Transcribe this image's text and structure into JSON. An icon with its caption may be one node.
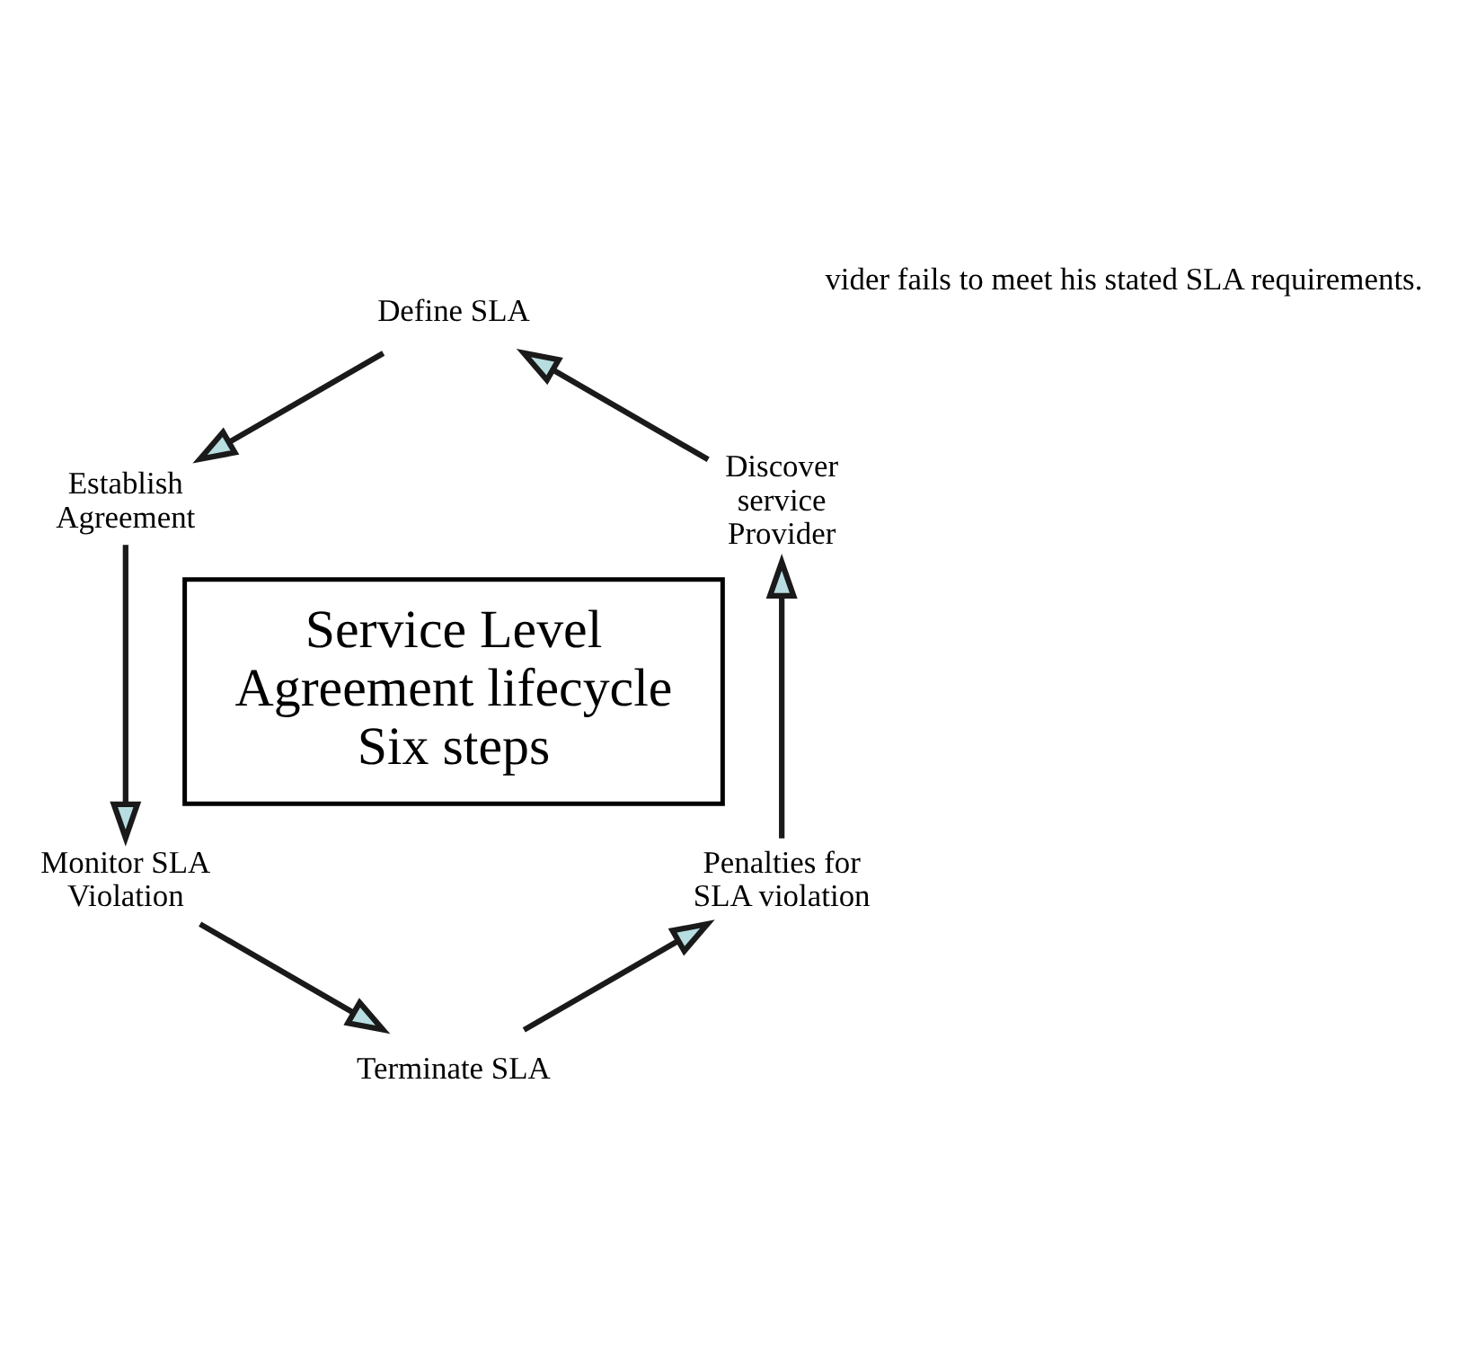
{
  "diagram": {
    "nodes": [
      {
        "text": [
          "Discover service Provider"
        ]
      },
      {
        "text": [
          "Define SLA"
        ]
      },
      {
        "text": [
          "Establish Agreement"
        ]
      },
      {
        "text": [
          "Monitor SLA Violation"
        ]
      },
      {
        "text": [
          "Terminate SLA"
        ]
      },
      {
        "text": [
          "Penalties for SLA violation"
        ]
      },
      {
        "text": [
          "Service Level Agreement lifecycle Six steps"
        ]
      }
    ],
    "edges": [
      {
        "from": 0,
        "to": 1,
        "arrow": "to"
      },
      {
        "from": 1,
        "to": 2,
        "arrow": "to"
      },
      {
        "from": 2,
        "to": 3,
        "arrow": "to"
      },
      {
        "from": 3,
        "to": 4,
        "arrow": "to"
      },
      {
        "from": 4,
        "to": 5,
        "arrow": "to"
      },
      {
        "from": 5,
        "to": 0,
        "arrow": "to"
      }
    ],
    "labels": [
      "vider fails to meet his stated SLA requirements."
    ]
  }
}
